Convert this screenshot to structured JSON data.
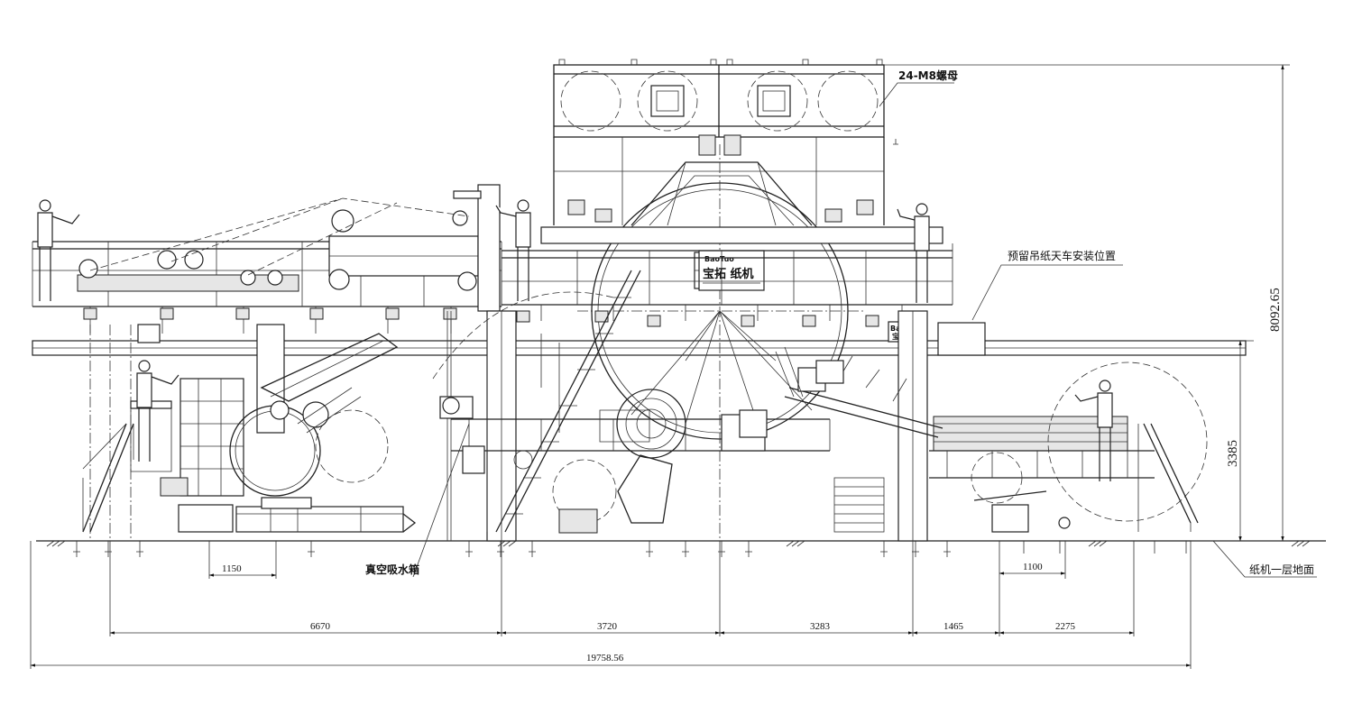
{
  "annotations": {
    "nut": "24-M8螺母",
    "crane": "预留吊纸天车安装位置",
    "vacuum_box": "真空吸水箱",
    "floor": "纸机一层地面"
  },
  "logo": {
    "text": "宝拓 纸机",
    "brand": "BaoTuo",
    "text_small": "宝拓 纸机"
  },
  "dimensions": {
    "total_height": "8092.65",
    "floor_height": "3385",
    "d1150": "1150",
    "d1100": "1100",
    "d6670": "6670",
    "d3720": "3720",
    "d3283": "3283",
    "d1465": "1465",
    "d2275": "2275",
    "total_length": "19758.56"
  }
}
